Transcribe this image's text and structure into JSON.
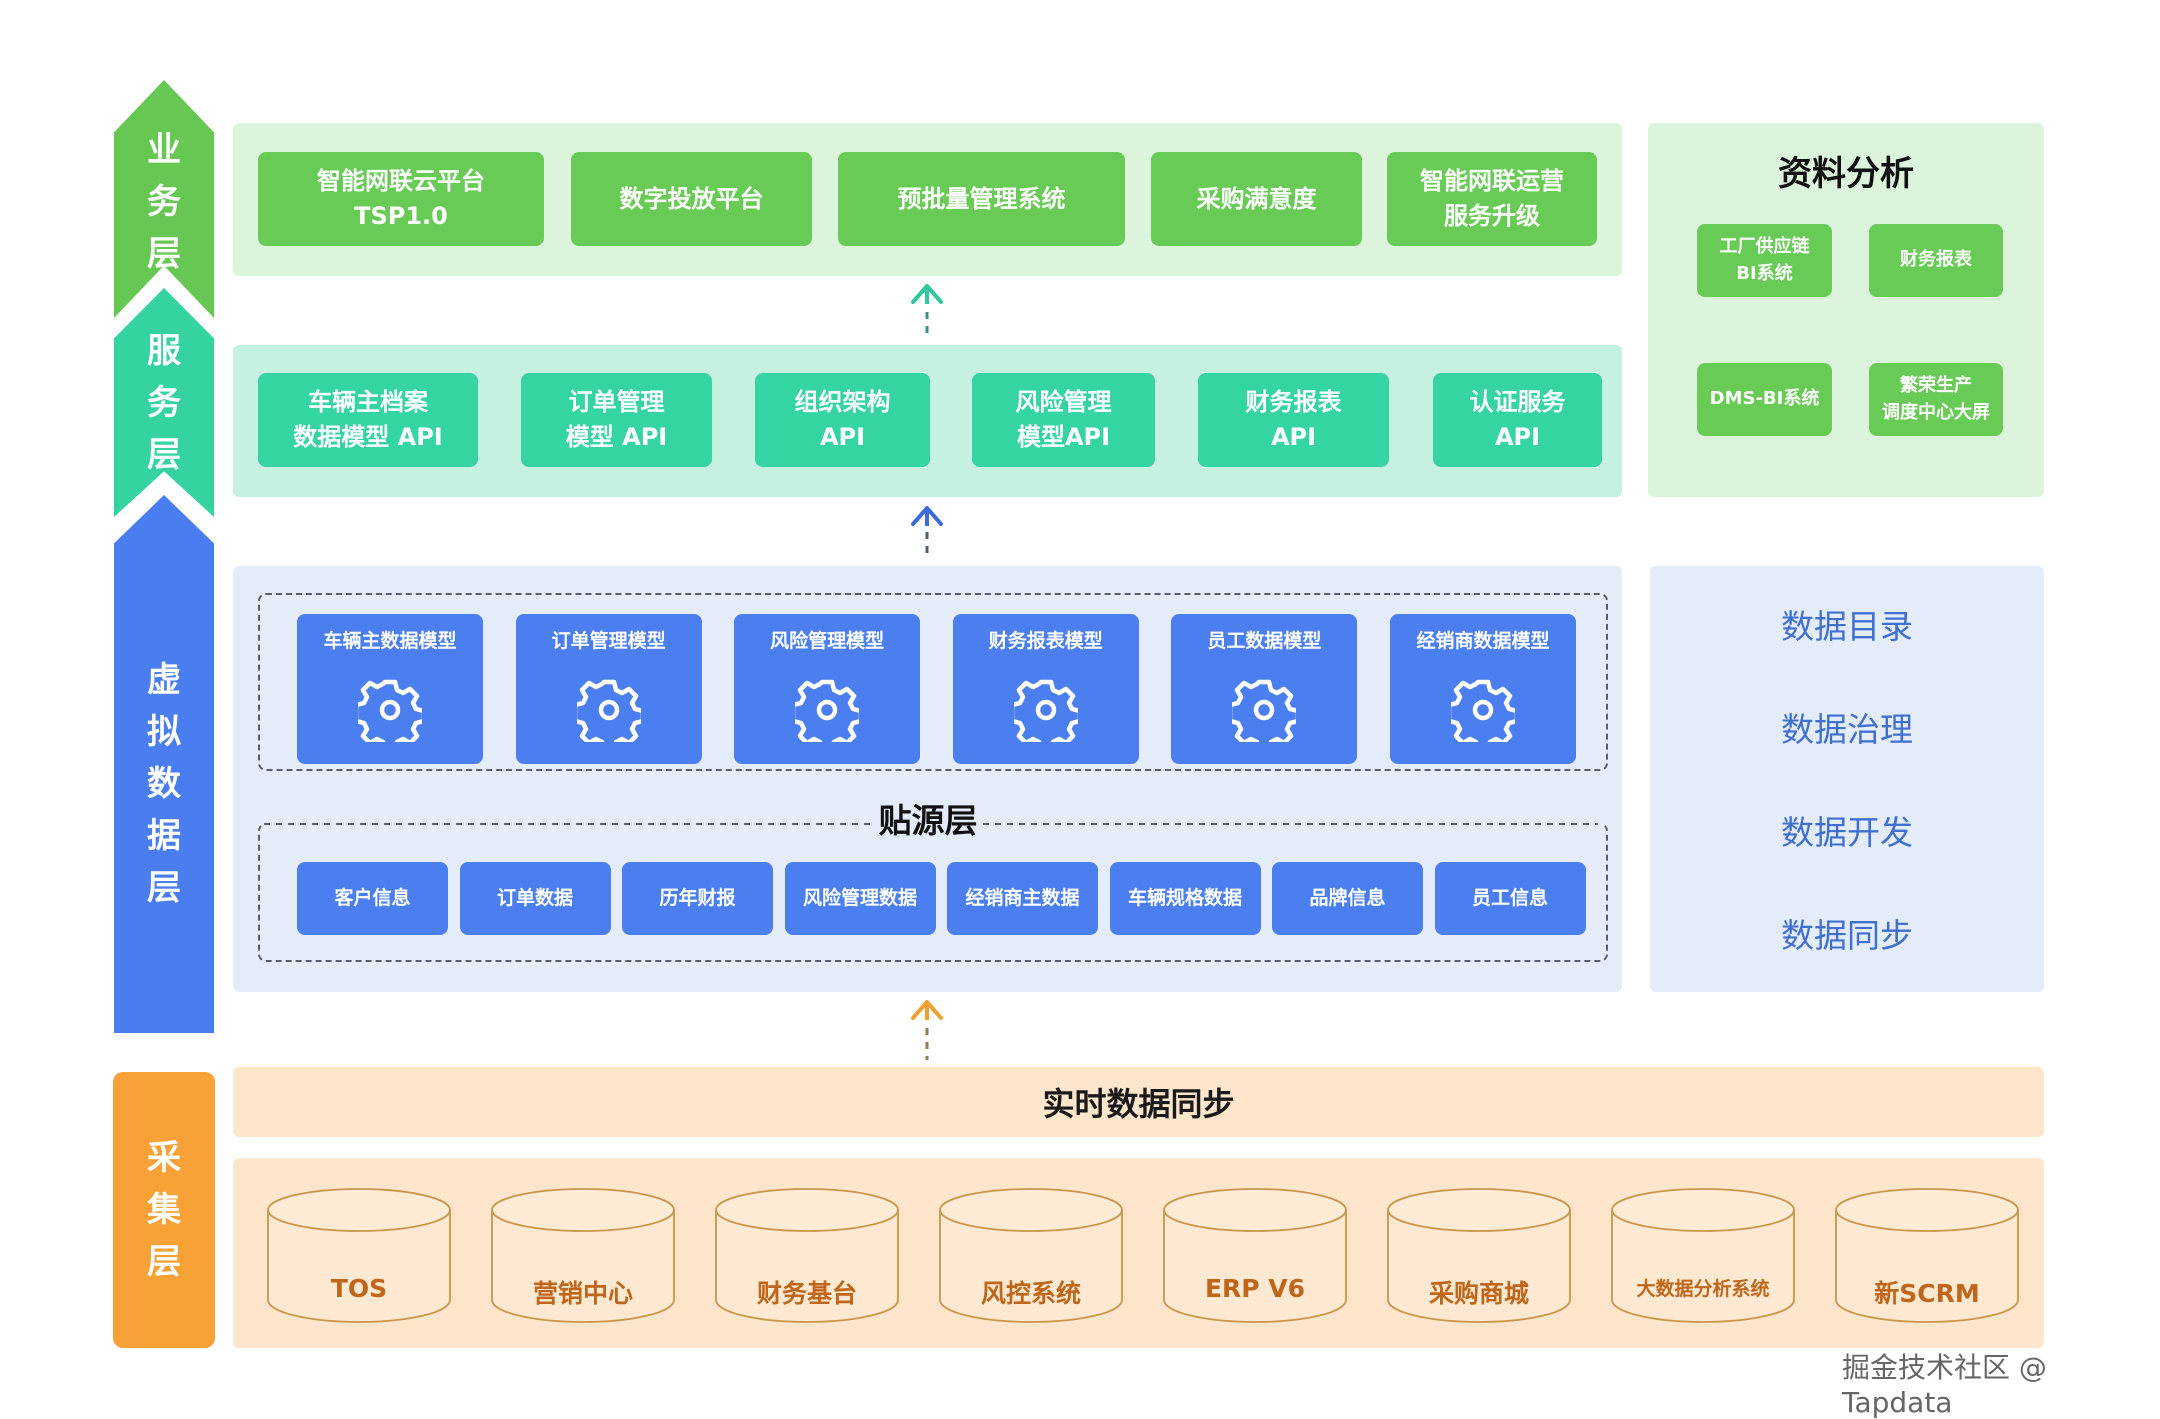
{
  "layers": {
    "business": {
      "label": [
        "业",
        "务",
        "层"
      ],
      "color": "#67c753"
    },
    "service": {
      "label": [
        "服",
        "务",
        "层"
      ],
      "color": "#34d39f"
    },
    "virtual": {
      "label": [
        "虚",
        "拟",
        "数",
        "据",
        "层"
      ],
      "color": "#4a7ef0"
    },
    "collection": {
      "label": [
        "采",
        "集",
        "层"
      ],
      "color": "#f7a136"
    }
  },
  "business_cards": [
    [
      "智能网联云平台",
      "TSP1.0"
    ],
    [
      "数字投放平台"
    ],
    [
      "预批量管理系统"
    ],
    [
      "采购满意度"
    ],
    [
      "智能网联运营",
      "服务升级"
    ]
  ],
  "service_cards": [
    [
      "车辆主档案",
      "数据模型 API"
    ],
    [
      "订单管理",
      "模型 API"
    ],
    [
      "组织架构",
      "API"
    ],
    [
      "风险管理",
      "模型API"
    ],
    [
      "财务报表",
      "API"
    ],
    [
      "认证服务",
      "API"
    ]
  ],
  "analytics": {
    "title": "资料分析",
    "cards": [
      [
        "工厂供应链",
        "BI系统"
      ],
      [
        "财务报表"
      ],
      [
        "DMS-BI系统"
      ],
      [
        "繁荣生产",
        "调度中心大屏"
      ]
    ]
  },
  "model_cards": [
    "车辆主数据模型",
    "订单管理模型",
    "风险管理模型",
    "财务报表模型",
    "员工数据模型",
    "经销商数据模型"
  ],
  "source_layer_title": "贴源层",
  "source_cards": [
    "客户信息",
    "订单数据",
    "历年财报",
    "风险管理数据",
    "经销商主数据",
    "车辆规格数据",
    "品牌信息",
    "员工信息"
  ],
  "data_functions": [
    "数据目录",
    "数据治理",
    "数据开发",
    "数据同步"
  ],
  "sync_bar": "实时数据同步",
  "databases": [
    "TOS",
    "营销中心",
    "财务基台",
    "风控系统",
    "ERP V6",
    "采购商城",
    "大数据分析系统",
    "新SCRM"
  ],
  "watermark": "掘金技术社区 @ Tapdata",
  "colors": {
    "business_card": "#67cb55",
    "service_card": "#34d5a2",
    "model_card": "#4b7fef",
    "data_function_text": "#3f6fd0",
    "database_text": "#c0661a",
    "arrow_green": "#2fc89a",
    "arrow_blue": "#3d6bd8",
    "arrow_orange": "#f0a030"
  }
}
